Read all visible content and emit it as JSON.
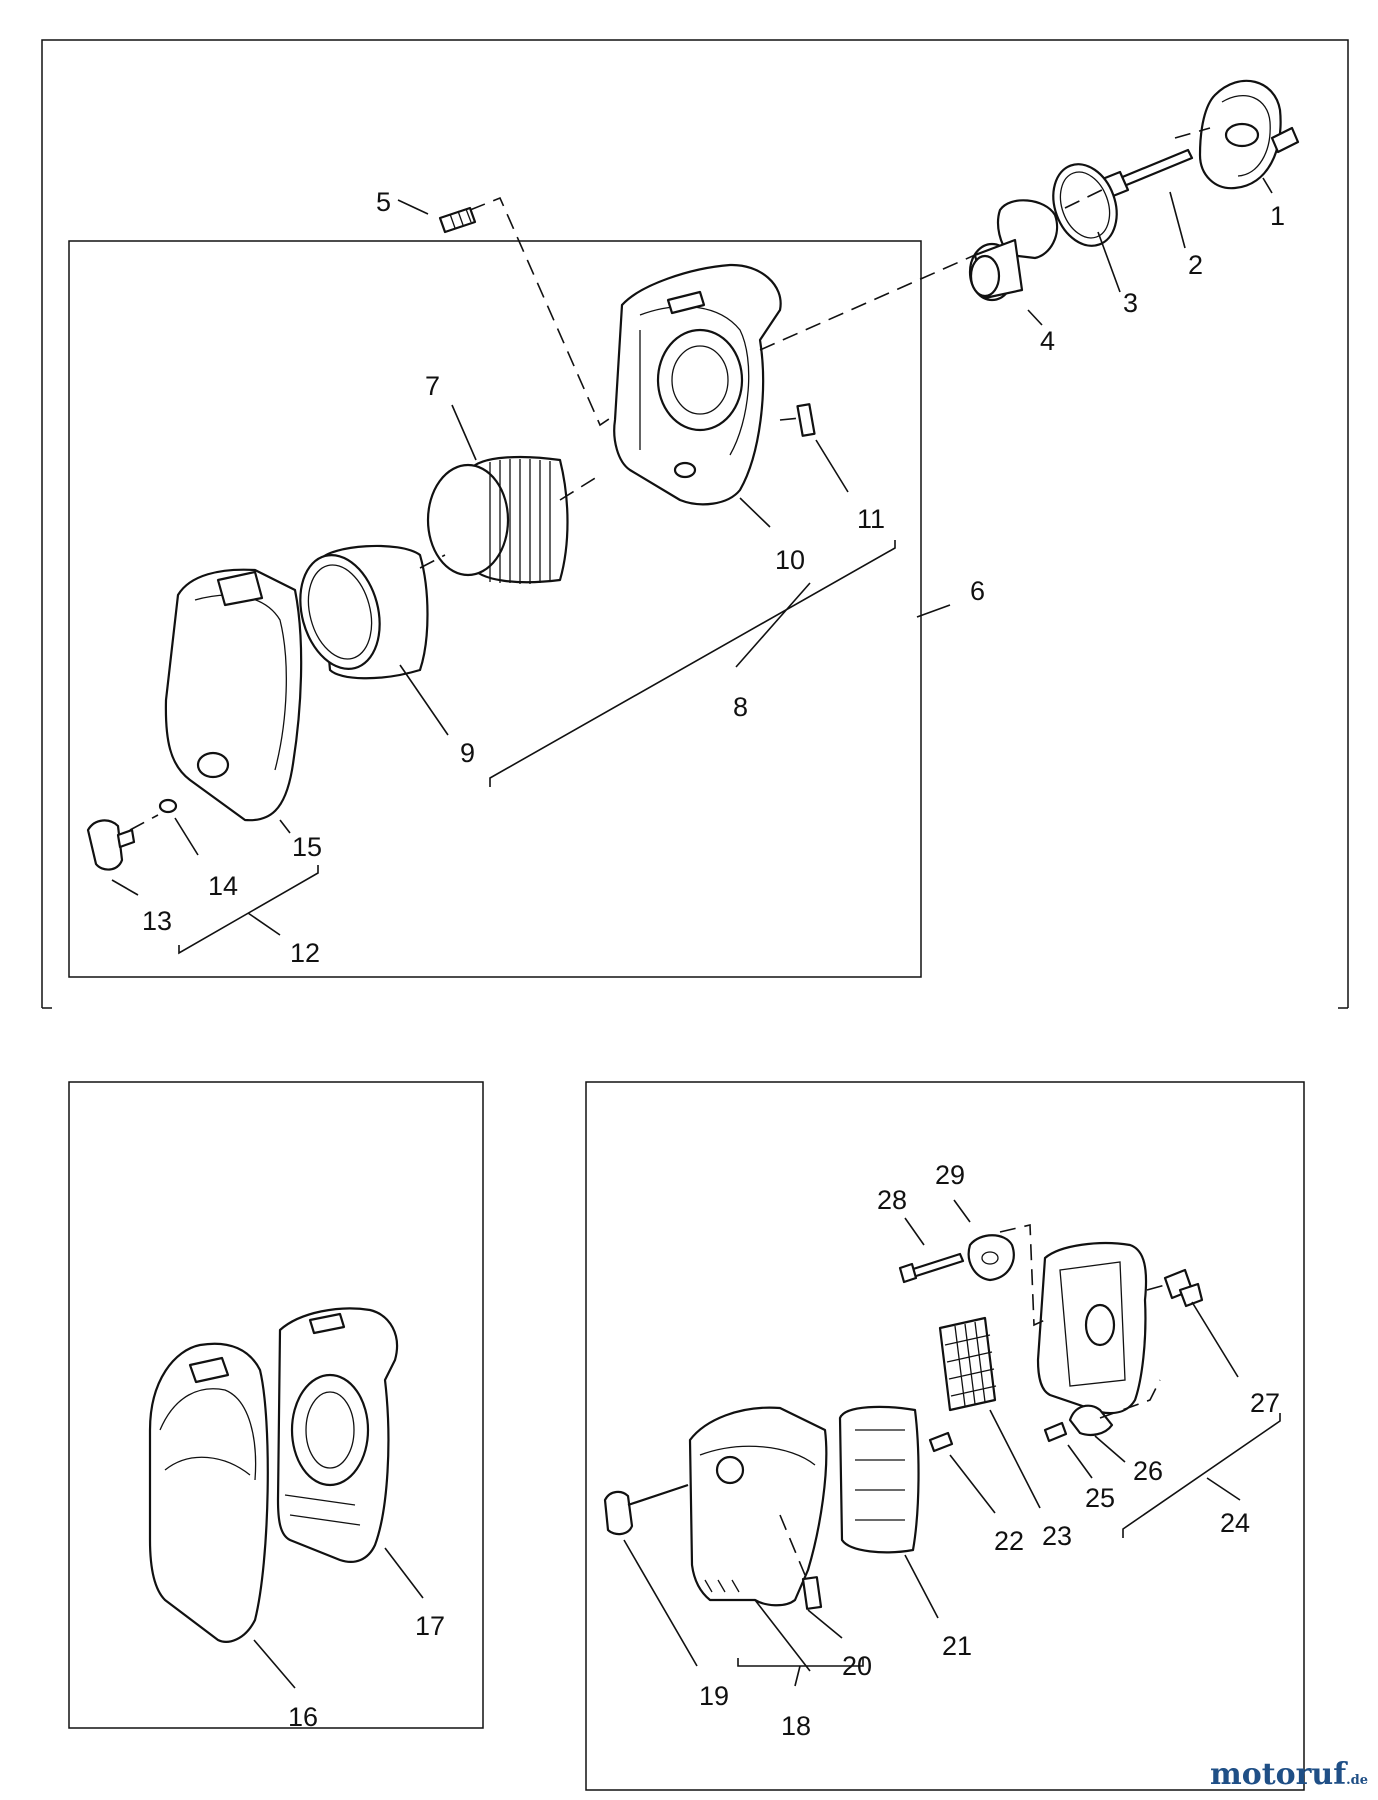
{
  "part_numbers": [
    "1",
    "2",
    "3",
    "4",
    "5",
    "6",
    "7",
    "8",
    "9",
    "10",
    "11",
    "12",
    "13",
    "14",
    "15",
    "16",
    "17",
    "18",
    "19",
    "20",
    "21",
    "22",
    "23",
    "24",
    "25",
    "26",
    "27",
    "28",
    "29"
  ],
  "watermark": {
    "text": "motoruf",
    "suffix": ".de",
    "color": "#1f4f86"
  }
}
